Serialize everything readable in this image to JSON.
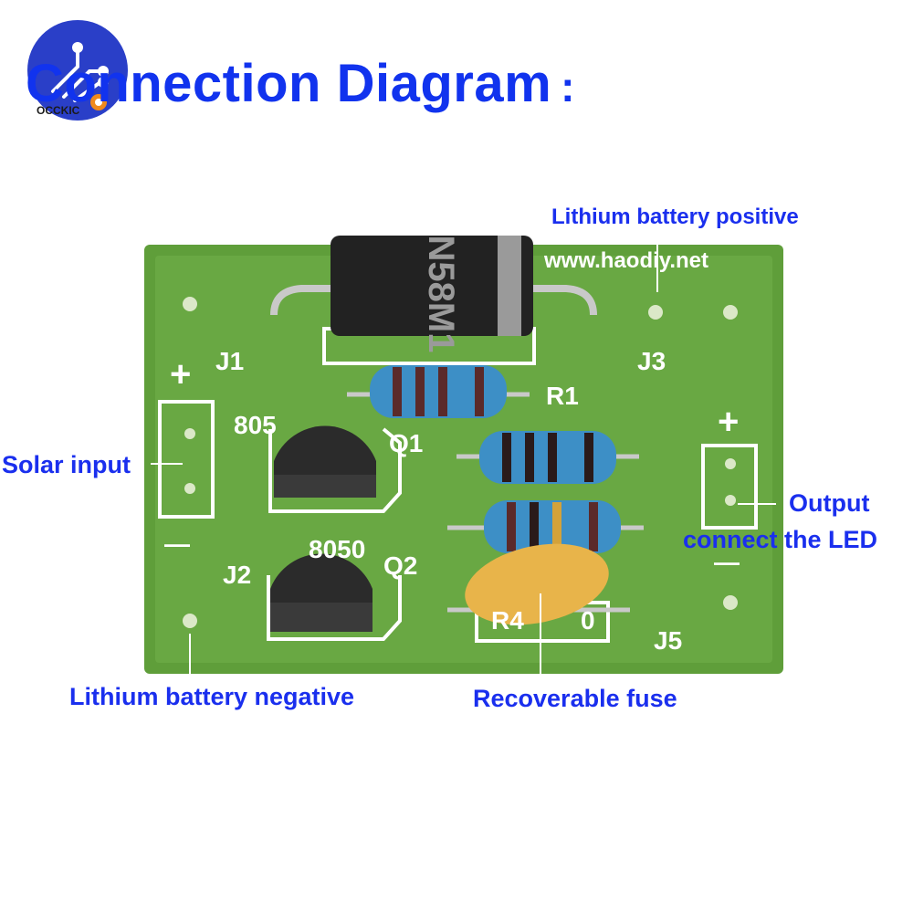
{
  "title": {
    "text": "Connection Diagram",
    "colon": ":"
  },
  "logo": {
    "text": "OCCKIC",
    "colors": {
      "circle": "#2a3fc8",
      "gear": "#f08a1c"
    }
  },
  "board": {
    "url": "www.haodiy.net",
    "silk": {
      "j1": "J1",
      "j2": "J2",
      "j3": "J3",
      "j5": "J5",
      "r1": "R1",
      "r4": "R4",
      "q1": "Q1",
      "q2": "Q2",
      "t805": "805",
      "t8050": "8050",
      "zero": "0",
      "plus_left": "+",
      "minus_left": "—",
      "plus_right": "+",
      "minus_right": "—"
    },
    "diode_text": "N58M1",
    "colors": {
      "pcb": "#5f9e3a",
      "silk": "#ffffff",
      "diode": "#222222",
      "resistor": "#3d8fc6",
      "fuse": "#e8b44a"
    }
  },
  "labels": {
    "lithium_positive": "Lithium battery positive",
    "solar_input": "Solar input",
    "output_line1": "Output",
    "output_line2": "connect the LED",
    "lithium_negative": "Lithium battery negative",
    "fuse": "Recoverable fuse"
  }
}
